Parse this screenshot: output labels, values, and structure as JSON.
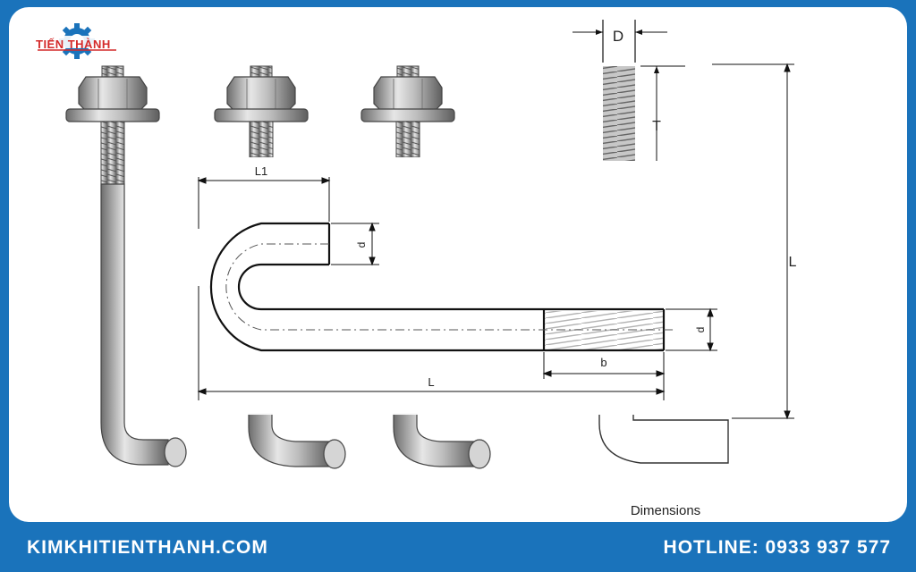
{
  "brand": {
    "logo_text": "TIẾN THÀNH",
    "colors": {
      "frame": "#1a73bb",
      "logo_red": "#d42a2a",
      "logo_blue": "#1a73bb",
      "line": "#111111"
    }
  },
  "diagram": {
    "labels": {
      "l1": "L1",
      "d_hook": "d",
      "d_shaft": "d",
      "b": "b",
      "l_total": "L",
      "d_top": "D",
      "t": "T",
      "l_side": "L"
    },
    "caption": "Dimensions"
  },
  "footer": {
    "website": "KIMKHITIENTHANH.COM",
    "hotline": "HOTLINE: 0933 937 577"
  }
}
